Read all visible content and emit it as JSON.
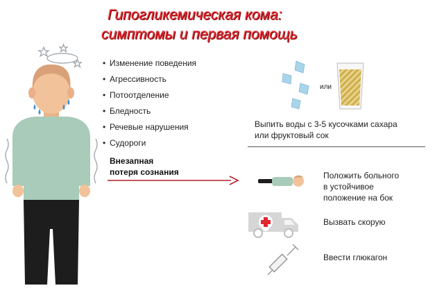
{
  "title": {
    "line1": "Гипогликемическая кома:",
    "line2": "симптомы и первая помощь"
  },
  "symptoms": [
    "Изменение поведения",
    "Агрессивность",
    "Потоотделение",
    "Бледность",
    "Речевые нарушения",
    "Судороги"
  ],
  "loss_of_consciousness": {
    "line1": "Внезапная",
    "line2": "потеря сознания"
  },
  "first_aid": {
    "or_label": "или",
    "drink": {
      "line1": "Выпить воды с 3-5 кусочками сахара",
      "line2": "или фруктовый сок"
    },
    "position": {
      "line1": "Положить больного",
      "line2": "в устойчивое",
      "line3": "положение на бок"
    },
    "ambulance": "Вызвать скорую",
    "glucagon": "Ввести глюкагон"
  },
  "colors": {
    "title_red": "#e3262f",
    "arrow_red": "#b41f2a",
    "shirt": "#a9cbb9",
    "skin": "#f2c29a",
    "trousers": "#1d1d1d",
    "sugar_cube": "#a9d5ea",
    "juice": "#d9bf5f",
    "icon_gray": "#d6d6d6"
  },
  "icons": [
    "dizziness-stars-icon",
    "sweat-drops-icon",
    "shaking-lines-icon",
    "sugar-cubes-icon",
    "juice-glass-icon",
    "lying-person-icon",
    "ambulance-icon",
    "syringe-icon"
  ]
}
